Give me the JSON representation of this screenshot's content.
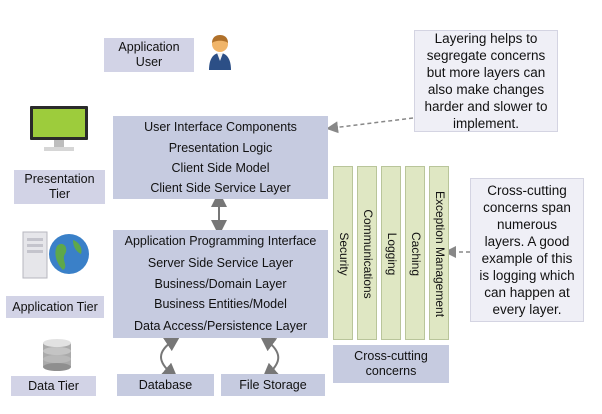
{
  "tiers": {
    "app_user": "Application User",
    "presentation": "Presentation Tier",
    "application": "Application Tier",
    "data": "Data Tier"
  },
  "presentation_layers": [
    "User Interface Components",
    "Presentation Logic",
    "Client Side Model",
    "Client Side Service Layer"
  ],
  "application_layers": [
    "Application Programming Interface",
    "Server Side Service Layer",
    "Business/Domain Layer",
    "Business Entities/Model",
    "Data Access/Persistence Layer"
  ],
  "data_stores": {
    "database": "Database",
    "file_storage": "File Storage"
  },
  "cross_cutting": {
    "items": [
      "Security",
      "Communications",
      "Logging",
      "Caching",
      "Exception Management"
    ],
    "label": "Cross-cutting concerns"
  },
  "notes": {
    "layering": "Layering helps to segregate concerns but more layers can also make changes harder and slower to implement.",
    "cross_cutting": "Cross-cutting concerns span numerous layers. A good example of this is logging which can happen at every layer."
  },
  "icons": {
    "user": "user-icon",
    "monitor": "monitor-icon",
    "server_globe": "server-globe-icon",
    "database": "database-icon"
  }
}
